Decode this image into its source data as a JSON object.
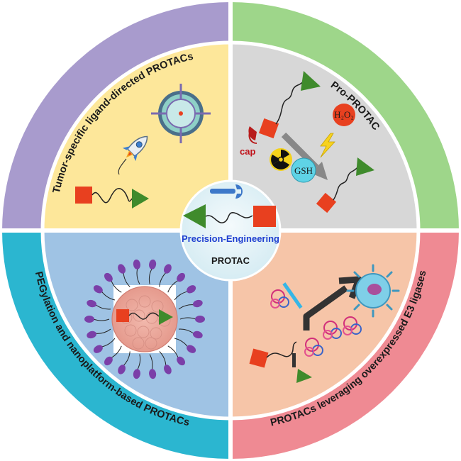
{
  "diagram": {
    "quadrants": [
      {
        "id": "top-left",
        "title": "Tumor-specific ligand-directed PROTACs"
      },
      {
        "id": "top-right",
        "title": "Pro-PROTAC"
      },
      {
        "id": "bottom-right",
        "title": "PROTACs leveraging overexpressed E3 ligases"
      },
      {
        "id": "bottom-left",
        "title": "PEGylation and nanoplatform-based PROTACs"
      }
    ],
    "center": {
      "subtitle": "Precision-Engineering",
      "title": "PROTAC"
    },
    "pro_protac": {
      "cap_label": "cap",
      "gsh_label": "GSH",
      "h2o2_label": "H₂O₂"
    },
    "colors": {
      "outer_top_left": "#a89bcd",
      "outer_top_right": "#9ed68a",
      "outer_bottom_right": "#ef8a93",
      "outer_bottom_left": "#2bb6d0",
      "inner_top_left": "#fde79a",
      "inner_top_right": "#d7d7d7",
      "inner_bottom_right": "#f6c5a8",
      "inner_bottom_left": "#9fc3e4",
      "center_fill": "#e6f3f8",
      "warhead_red": "#e8401f",
      "ligand_green": "#3f8b2c"
    }
  }
}
